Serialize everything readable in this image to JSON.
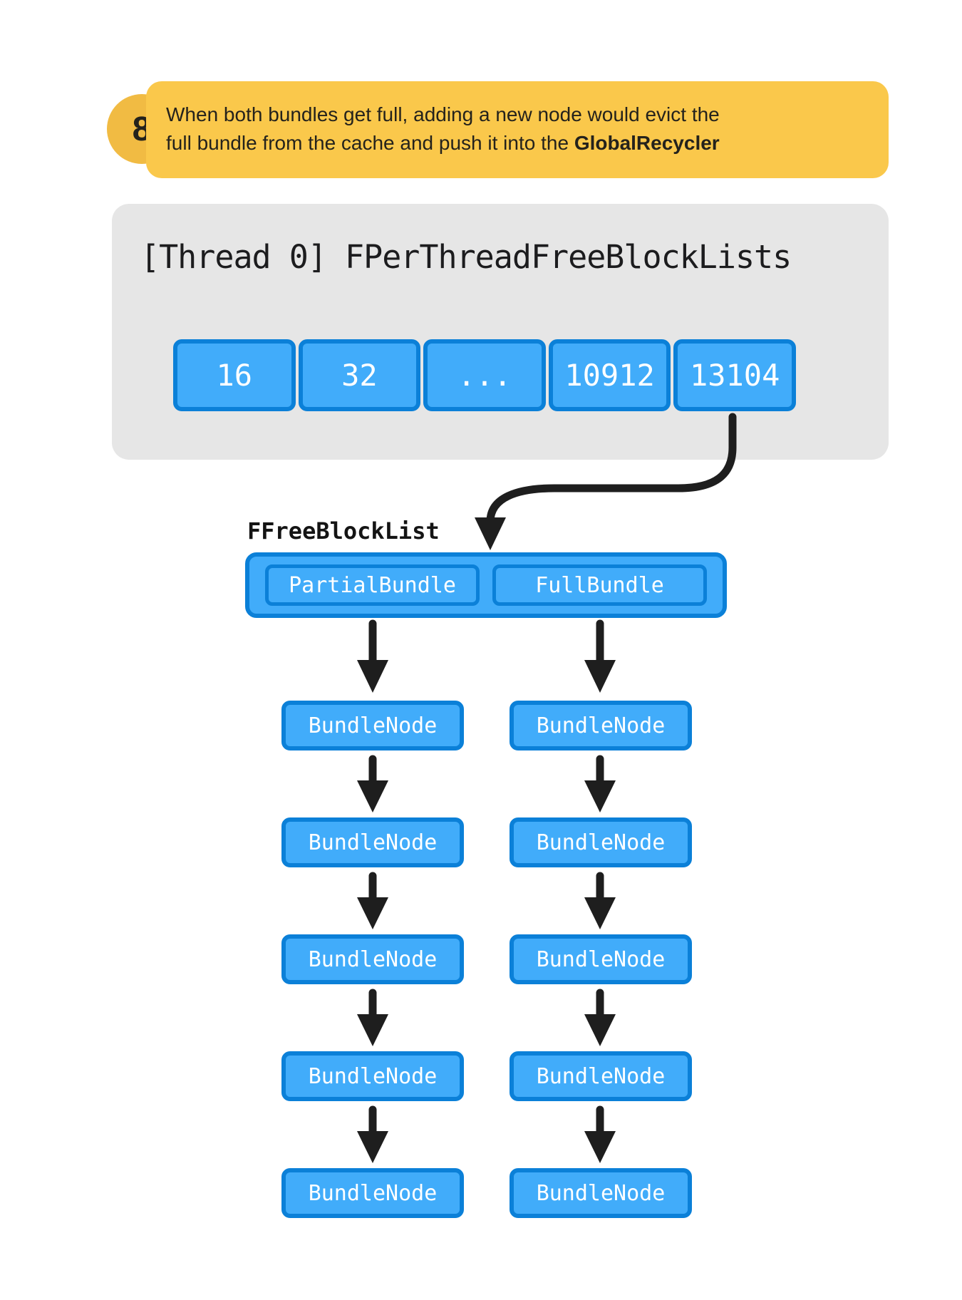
{
  "callout": {
    "number": "8",
    "line1": "When both bundles get full, adding a new node would evict the",
    "line2_prefix": "full bundle from the cache and push it into the ",
    "line2_bold": "GlobalRecycler"
  },
  "thread_panel": {
    "title": "[Thread 0] FPerThreadFreeBlockLists",
    "cells": [
      "16",
      "32",
      "...",
      "10912",
      "13104"
    ]
  },
  "free_block_list": {
    "label": "FFreeBlockList",
    "partial_bundle": "PartialBundle",
    "full_bundle": "FullBundle"
  },
  "chains": {
    "partial_nodes": [
      "BundleNode",
      "BundleNode",
      "BundleNode",
      "BundleNode",
      "BundleNode"
    ],
    "full_nodes": [
      "BundleNode",
      "BundleNode",
      "BundleNode",
      "BundleNode",
      "BundleNode"
    ]
  },
  "colors": {
    "blue_fill": "#41ACFA",
    "blue_border": "#0B80D8",
    "panel_gray": "#E6E6E6",
    "callout_yellow": "#FAC84B",
    "badge_yellow": "#F1BB43",
    "arrow_black": "#1E1E1E"
  }
}
